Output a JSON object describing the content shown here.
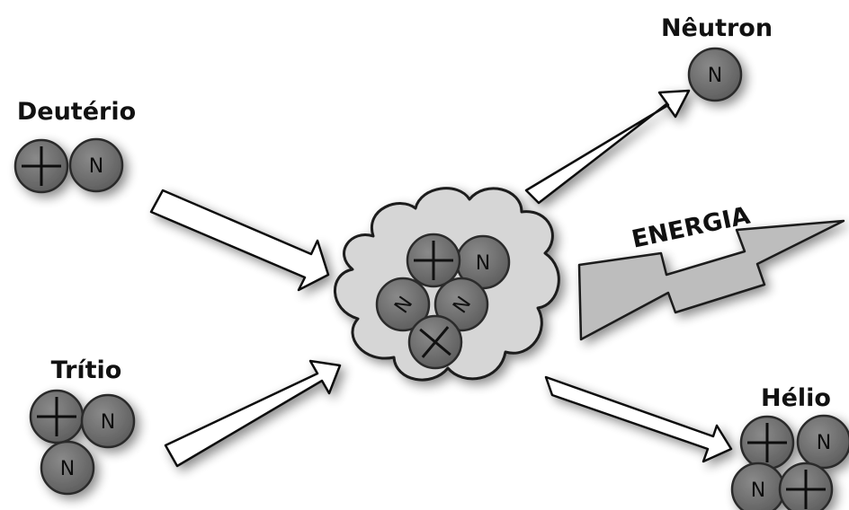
{
  "labels": {
    "deuterium": "Deutério",
    "tritium": "Trítio",
    "neutron": "Nêutron",
    "helium": "Hélio",
    "energy": "ENERGIA"
  },
  "particle_symbols": {
    "neutron": "N",
    "proton": "+"
  },
  "colors": {
    "particle_fill": "#6b6b6b",
    "particle_stroke": "#2b2b2b",
    "cloud_fill": "#d6d6d6",
    "bolt_fill": "#bdbdbd",
    "arrow_fill": "#ffffff"
  }
}
